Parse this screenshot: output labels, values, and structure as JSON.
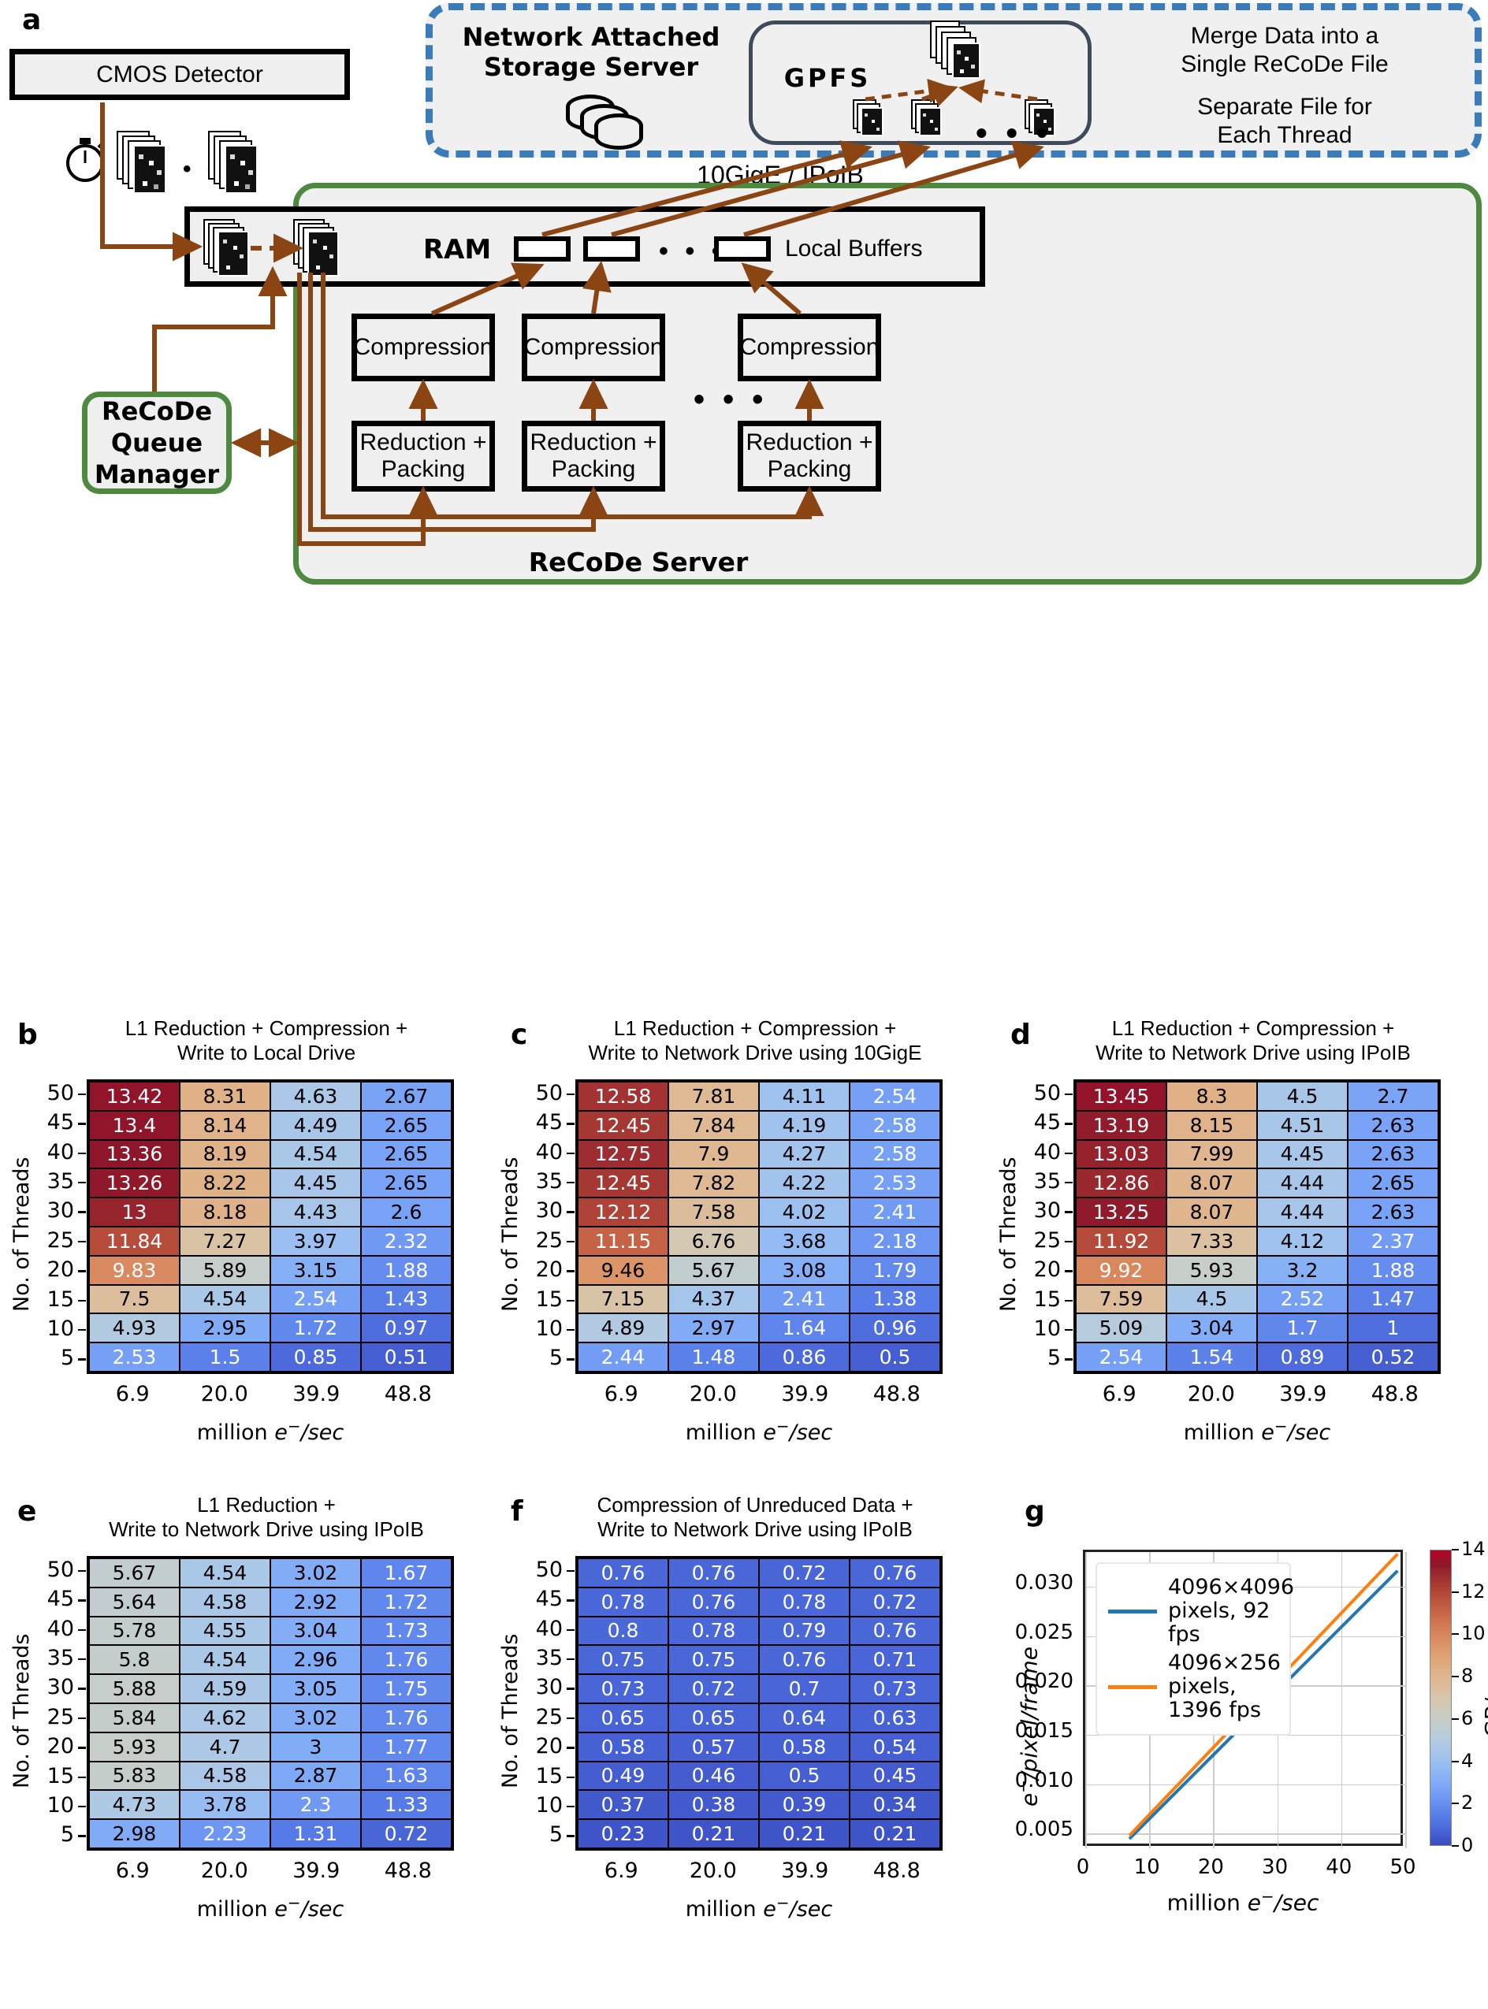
{
  "panels": {
    "a": {
      "letter": "a"
    },
    "b": {
      "letter": "b"
    },
    "c": {
      "letter": "c"
    },
    "d": {
      "letter": "d"
    },
    "e": {
      "letter": "e"
    },
    "f": {
      "letter": "f"
    },
    "g": {
      "letter": "g"
    }
  },
  "diagram": {
    "detector_label": "CMOS Detector",
    "nas_label_line1": "Network Attached",
    "nas_label_line2": "Storage Server",
    "gpfs_label": "GPFS",
    "merge_label_line1": "Merge Data into a",
    "merge_label_line2": "Single ReCoDe File",
    "separate_label_line1": "Separate File for",
    "separate_label_line2": "Each Thread",
    "network_label": "10GigE / IPoIB",
    "ram_label": "RAM",
    "local_buffers_label": "Local Buffers",
    "queue_manager_line1": "ReCoDe",
    "queue_manager_line2": "Queue",
    "queue_manager_line3": "Manager",
    "compression_label": "Compression",
    "reduction_line1": "Reduction +",
    "reduction_line2": "Packing",
    "server_label": "ReCoDe Server",
    "ellipsis": "• • •",
    "colors": {
      "nas_border": "#3a7cba",
      "gpfs_border": "#3f4b5b",
      "server_border": "#4d8a3f",
      "arrow": "#8B4513",
      "box_fill": "#efefef"
    }
  },
  "common": {
    "ylabel": "No. of Threads",
    "xlabel_prefix": "million ",
    "xlabel_e": "e",
    "xlabel_minus": "−",
    "xlabel_suffix": "/sec",
    "y_ticks": [
      "50",
      "45",
      "40",
      "35",
      "30",
      "25",
      "20",
      "15",
      "10",
      "5"
    ],
    "x_ticks": [
      "6.9",
      "20.0",
      "39.9",
      "48.8"
    ]
  },
  "chart_data": [
    {
      "panel": "b",
      "type": "heatmap",
      "title": "L1 Reduction + Compression +\nWrite to Local Drive",
      "title_line1": "L1 Reduction + Compression +",
      "title_line2": "Write to Local Drive",
      "xlabel": "million e−/sec",
      "ylabel": "No. of Threads",
      "categories": [
        "6.9",
        "20.0",
        "39.9",
        "48.8"
      ],
      "rows": [
        "50",
        "45",
        "40",
        "35",
        "30",
        "25",
        "20",
        "15",
        "10",
        "5"
      ],
      "values": [
        [
          13.42,
          8.31,
          4.63,
          2.67
        ],
        [
          13.4,
          8.14,
          4.49,
          2.65
        ],
        [
          13.36,
          8.19,
          4.54,
          2.65
        ],
        [
          13.26,
          8.22,
          4.45,
          2.65
        ],
        [
          13.0,
          8.18,
          4.43,
          2.6
        ],
        [
          11.84,
          7.27,
          3.97,
          2.32
        ],
        [
          9.83,
          5.89,
          3.15,
          1.88
        ],
        [
          7.5,
          4.54,
          2.54,
          1.43
        ],
        [
          4.93,
          2.95,
          1.72,
          0.97
        ],
        [
          2.53,
          1.5,
          0.85,
          0.51
        ]
      ],
      "vmin": 0,
      "vmax": 14,
      "cmap": "coolwarm"
    },
    {
      "panel": "c",
      "type": "heatmap",
      "title": "L1 Reduction + Compression +\nWrite to Network Drive using 10GigE",
      "title_line1": "L1 Reduction + Compression +",
      "title_line2": "Write to Network Drive using 10GigE",
      "xlabel": "million e−/sec",
      "ylabel": "No. of Threads",
      "categories": [
        "6.9",
        "20.0",
        "39.9",
        "48.8"
      ],
      "rows": [
        "50",
        "45",
        "40",
        "35",
        "30",
        "25",
        "20",
        "15",
        "10",
        "5"
      ],
      "values": [
        [
          12.58,
          7.81,
          4.11,
          2.54
        ],
        [
          12.45,
          7.84,
          4.19,
          2.58
        ],
        [
          12.75,
          7.9,
          4.27,
          2.58
        ],
        [
          12.45,
          7.82,
          4.22,
          2.53
        ],
        [
          12.12,
          7.58,
          4.02,
          2.41
        ],
        [
          11.15,
          6.76,
          3.68,
          2.18
        ],
        [
          9.46,
          5.67,
          3.08,
          1.79
        ],
        [
          7.15,
          4.37,
          2.41,
          1.38
        ],
        [
          4.89,
          2.97,
          1.64,
          0.96
        ],
        [
          2.44,
          1.48,
          0.86,
          0.5
        ]
      ],
      "vmin": 0,
      "vmax": 14,
      "cmap": "coolwarm"
    },
    {
      "panel": "d",
      "type": "heatmap",
      "title": "L1 Reduction + Compression +\nWrite to Network Drive using IPoIB",
      "title_line1": "L1 Reduction + Compression +",
      "title_line2": "Write to Network Drive using IPoIB",
      "xlabel": "million e−/sec",
      "ylabel": "No. of Threads",
      "categories": [
        "6.9",
        "20.0",
        "39.9",
        "48.8"
      ],
      "rows": [
        "50",
        "45",
        "40",
        "35",
        "30",
        "25",
        "20",
        "15",
        "10",
        "5"
      ],
      "values": [
        [
          13.45,
          8.3,
          4.5,
          2.7
        ],
        [
          13.19,
          8.15,
          4.51,
          2.63
        ],
        [
          13.03,
          7.99,
          4.45,
          2.63
        ],
        [
          12.86,
          8.07,
          4.44,
          2.65
        ],
        [
          13.25,
          8.07,
          4.44,
          2.63
        ],
        [
          11.92,
          7.33,
          4.12,
          2.37
        ],
        [
          9.92,
          5.93,
          3.2,
          1.88
        ],
        [
          7.59,
          4.5,
          2.52,
          1.47
        ],
        [
          5.09,
          3.04,
          1.7,
          1.0
        ],
        [
          2.54,
          1.54,
          0.89,
          0.52
        ]
      ],
      "vmin": 0,
      "vmax": 14,
      "cmap": "coolwarm"
    },
    {
      "panel": "e",
      "type": "heatmap",
      "title": "L1 Reduction +\nWrite to Network Drive using IPoIB",
      "title_line1": "L1 Reduction +",
      "title_line2": "Write to Network Drive using IPoIB",
      "xlabel": "million e−/sec",
      "ylabel": "No. of Threads",
      "categories": [
        "6.9",
        "20.0",
        "39.9",
        "48.8"
      ],
      "rows": [
        "50",
        "45",
        "40",
        "35",
        "30",
        "25",
        "20",
        "15",
        "10",
        "5"
      ],
      "values": [
        [
          5.67,
          4.54,
          3.02,
          1.67
        ],
        [
          5.64,
          4.58,
          2.92,
          1.72
        ],
        [
          5.78,
          4.55,
          3.04,
          1.73
        ],
        [
          5.8,
          4.54,
          2.96,
          1.76
        ],
        [
          5.88,
          4.59,
          3.05,
          1.75
        ],
        [
          5.84,
          4.62,
          3.02,
          1.76
        ],
        [
          5.93,
          4.7,
          3.0,
          1.77
        ],
        [
          5.83,
          4.58,
          2.87,
          1.63
        ],
        [
          4.73,
          3.78,
          2.3,
          1.33
        ],
        [
          2.98,
          2.23,
          1.31,
          0.72
        ]
      ],
      "vmin": 0,
      "vmax": 14,
      "cmap": "coolwarm"
    },
    {
      "panel": "f",
      "type": "heatmap",
      "title": "Compression of Unreduced Data +\nWrite to Network Drive using IPoIB",
      "title_line1": "Compression of Unreduced Data +",
      "title_line2": "Write to Network Drive using IPoIB",
      "xlabel": "million e−/sec",
      "ylabel": "No. of Threads",
      "categories": [
        "6.9",
        "20.0",
        "39.9",
        "48.8"
      ],
      "rows": [
        "50",
        "45",
        "40",
        "35",
        "30",
        "25",
        "20",
        "15",
        "10",
        "5"
      ],
      "values": [
        [
          0.76,
          0.76,
          0.72,
          0.76
        ],
        [
          0.78,
          0.76,
          0.78,
          0.72
        ],
        [
          0.8,
          0.78,
          0.79,
          0.76
        ],
        [
          0.75,
          0.75,
          0.76,
          0.71
        ],
        [
          0.73,
          0.72,
          0.7,
          0.73
        ],
        [
          0.65,
          0.65,
          0.64,
          0.63
        ],
        [
          0.58,
          0.57,
          0.58,
          0.54
        ],
        [
          0.49,
          0.46,
          0.5,
          0.45
        ],
        [
          0.37,
          0.38,
          0.39,
          0.34
        ],
        [
          0.23,
          0.21,
          0.21,
          0.21
        ]
      ],
      "vmin": 0,
      "vmax": 14,
      "cmap": "coolwarm"
    },
    {
      "panel": "g",
      "type": "line",
      "title": "",
      "xlabel": "million e−/sec",
      "ylabel": "e−/pixel/frame",
      "xlim": [
        0,
        50
      ],
      "ylim": [
        0.0035,
        0.0335
      ],
      "x_ticks": [
        "0",
        "10",
        "20",
        "30",
        "40",
        "50"
      ],
      "y_ticks": [
        "0.005",
        "0.010",
        "0.015",
        "0.020",
        "0.025",
        "0.030"
      ],
      "grid": true,
      "legend_position": "upper left",
      "series": [
        {
          "name": "4096×4096\npixels, 92 fps",
          "label_line1": "4096×4096",
          "label_line2": "pixels, 92 fps",
          "color": "#1f77b4",
          "x": [
            6.9,
            48.8
          ],
          "y": [
            0.00446,
            0.0316
          ]
        },
        {
          "name": "4096×256\npixels, 1396 fps",
          "label_line1": "4096×256",
          "label_line2": "pixels, 1396 fps",
          "color": "#ff7f0e",
          "x": [
            6.9,
            48.8
          ],
          "y": [
            0.00479,
            0.0333
          ]
        }
      ],
      "colorbar": {
        "label": "GB/s",
        "ticks": [
          "0",
          "2",
          "4",
          "6",
          "8",
          "10",
          "12",
          "14"
        ],
        "vmin": 0,
        "vmax": 14
      }
    }
  ]
}
